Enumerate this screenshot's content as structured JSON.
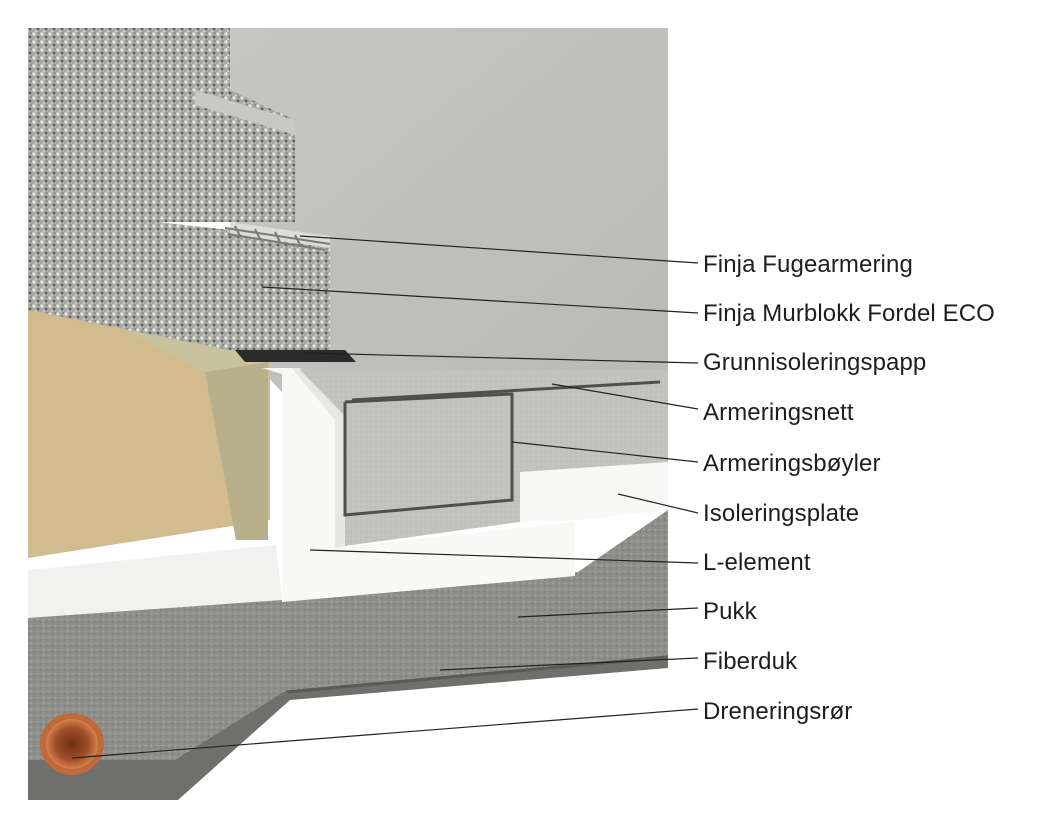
{
  "diagram": {
    "labels": [
      {
        "id": "fugearmering",
        "text": "Finja Fugearmering"
      },
      {
        "id": "murblokk",
        "text": "Finja Murblokk Fordel ECO"
      },
      {
        "id": "grunnisolering",
        "text": "Grunnisoleringspapp"
      },
      {
        "id": "armeringsnett",
        "text": "Armeringsnett"
      },
      {
        "id": "armeringsboyler",
        "text": "Armeringsbøyler"
      },
      {
        "id": "isoleringsplate",
        "text": "Isoleringsplate"
      },
      {
        "id": "l-element",
        "text": "L-element"
      },
      {
        "id": "pukk",
        "text": "Pukk"
      },
      {
        "id": "fiberduk",
        "text": "Fiberduk"
      },
      {
        "id": "dreneringsror",
        "text": "Dreneringsrør"
      }
    ]
  },
  "colors": {
    "concrete_light": "#c9c9c6",
    "concrete_mid": "#b4b4b0",
    "block_gray": "#a9a9a7",
    "insulation_white": "#f7f7f5",
    "gravel": "#8f8f8c",
    "sand": "#d2b98f",
    "mineral_wool": "#c7c19c",
    "rebar": "#555555",
    "drain_pipe": "#c76a3a",
    "leader_line": "#222222"
  }
}
